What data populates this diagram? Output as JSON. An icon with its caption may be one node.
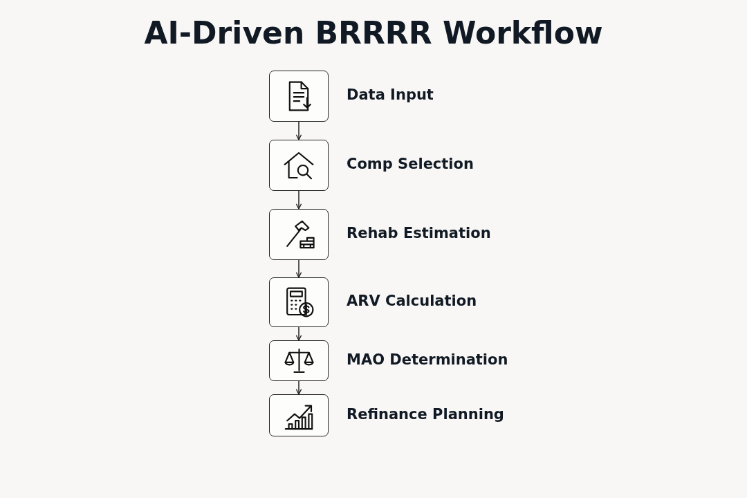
{
  "diagram": {
    "title": "AI-Driven BRRRR Workflow",
    "nodes": [
      {
        "text": [],
        "shape": "box",
        "beside": [
          "Data Input"
        ]
      },
      {
        "text": [],
        "shape": "box",
        "beside": [
          "Comp Selection"
        ]
      },
      {
        "text": [],
        "shape": "box",
        "beside": [
          "Rehab Estimation"
        ]
      },
      {
        "text": [],
        "shape": "box",
        "beside": [
          "ARV Calculation"
        ]
      },
      {
        "text": [],
        "shape": "box",
        "beside": [
          "MAO Determination"
        ]
      },
      {
        "text": [],
        "shape": "box",
        "beside": [
          "Refinance Planning"
        ]
      }
    ],
    "edges": [
      {
        "from": 0,
        "to": 1,
        "arrow": "to"
      },
      {
        "from": 1,
        "to": 2,
        "arrow": "to"
      },
      {
        "from": 2,
        "to": 3,
        "arrow": "to"
      },
      {
        "from": 3,
        "to": 4,
        "arrow": "to"
      },
      {
        "from": 4,
        "to": 5,
        "arrow": "to"
      }
    ]
  }
}
